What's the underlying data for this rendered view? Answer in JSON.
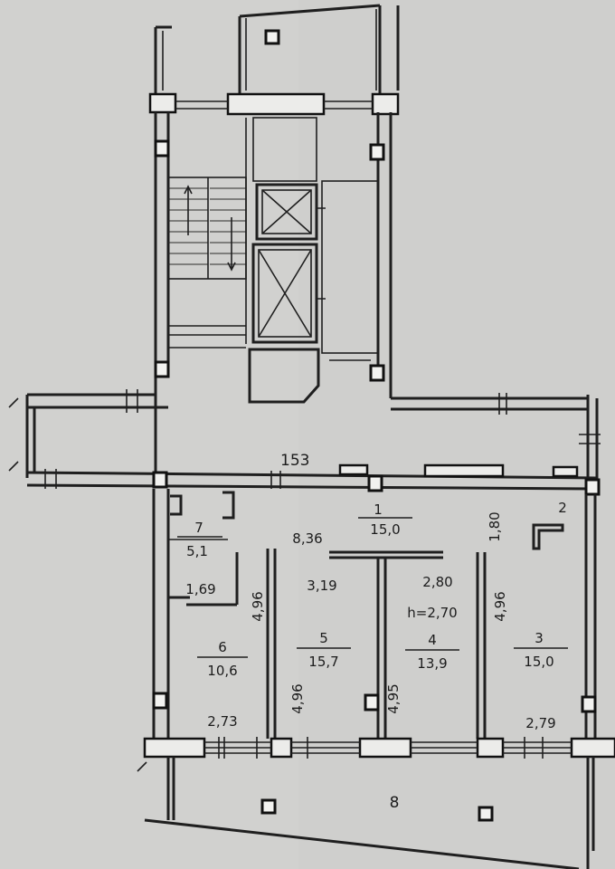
{
  "plan": {
    "corridor_dim": "153",
    "rooms": [
      {
        "id": "room-1",
        "number": "1",
        "area": "15,0"
      },
      {
        "id": "room-2",
        "number": "2",
        "area": ""
      },
      {
        "id": "room-3",
        "number": "3",
        "area": "15,0"
      },
      {
        "id": "room-4",
        "number": "4",
        "area": "13,9"
      },
      {
        "id": "room-5",
        "number": "5",
        "area": "15,7"
      },
      {
        "id": "room-6",
        "number": "6",
        "area": "10,6"
      },
      {
        "id": "room-7",
        "number": "7",
        "area": "5,1"
      },
      {
        "id": "room-8",
        "number": "8",
        "area": ""
      }
    ],
    "dims": {
      "d836": "8,36",
      "d180": "1,80",
      "d319": "3,19",
      "d280": "2,80",
      "d169": "1,69",
      "height": "h=2,70",
      "d496_left": "4,96",
      "d496_right": "4,96",
      "d496_mid": "4,96",
      "d495": "4,95",
      "d273": "2,73",
      "d279": "2,79"
    }
  }
}
